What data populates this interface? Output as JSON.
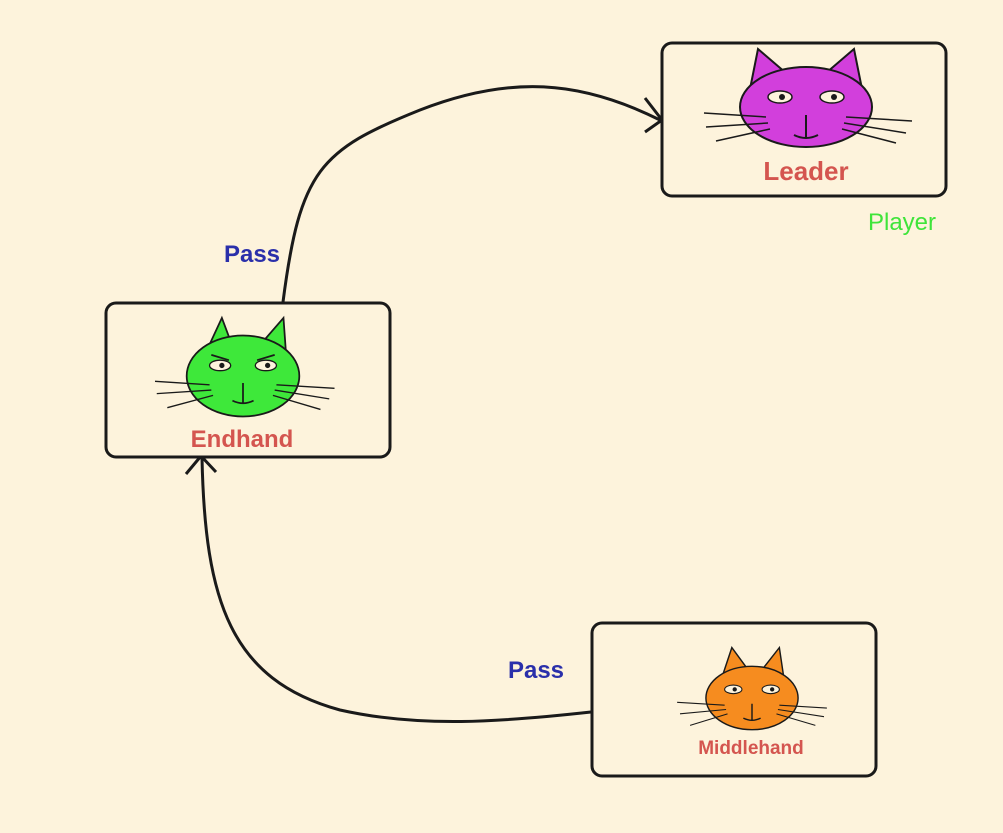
{
  "diagram": {
    "nodes": [
      {
        "id": "leader",
        "label": "Leader",
        "cat_color": "#d23fdc",
        "cat_icon": "cat-face-icon"
      },
      {
        "id": "endhand",
        "label": "Endhand",
        "cat_color": "#3ee83a",
        "cat_icon": "cat-face-icon"
      },
      {
        "id": "middlehand",
        "label": "Middlehand",
        "cat_color": "#f68c1f",
        "cat_icon": "cat-face-icon"
      }
    ],
    "edges": [
      {
        "from": "endhand",
        "to": "leader",
        "label": "Pass"
      },
      {
        "from": "middlehand",
        "to": "endhand",
        "label": "Pass"
      }
    ],
    "role_label": "Player",
    "colors": {
      "background": "#fdf3dc",
      "node_label": "#d4554f",
      "edge_label": "#2a2faa",
      "role_label": "#3fe43a",
      "stroke": "#1a1a1a"
    }
  }
}
